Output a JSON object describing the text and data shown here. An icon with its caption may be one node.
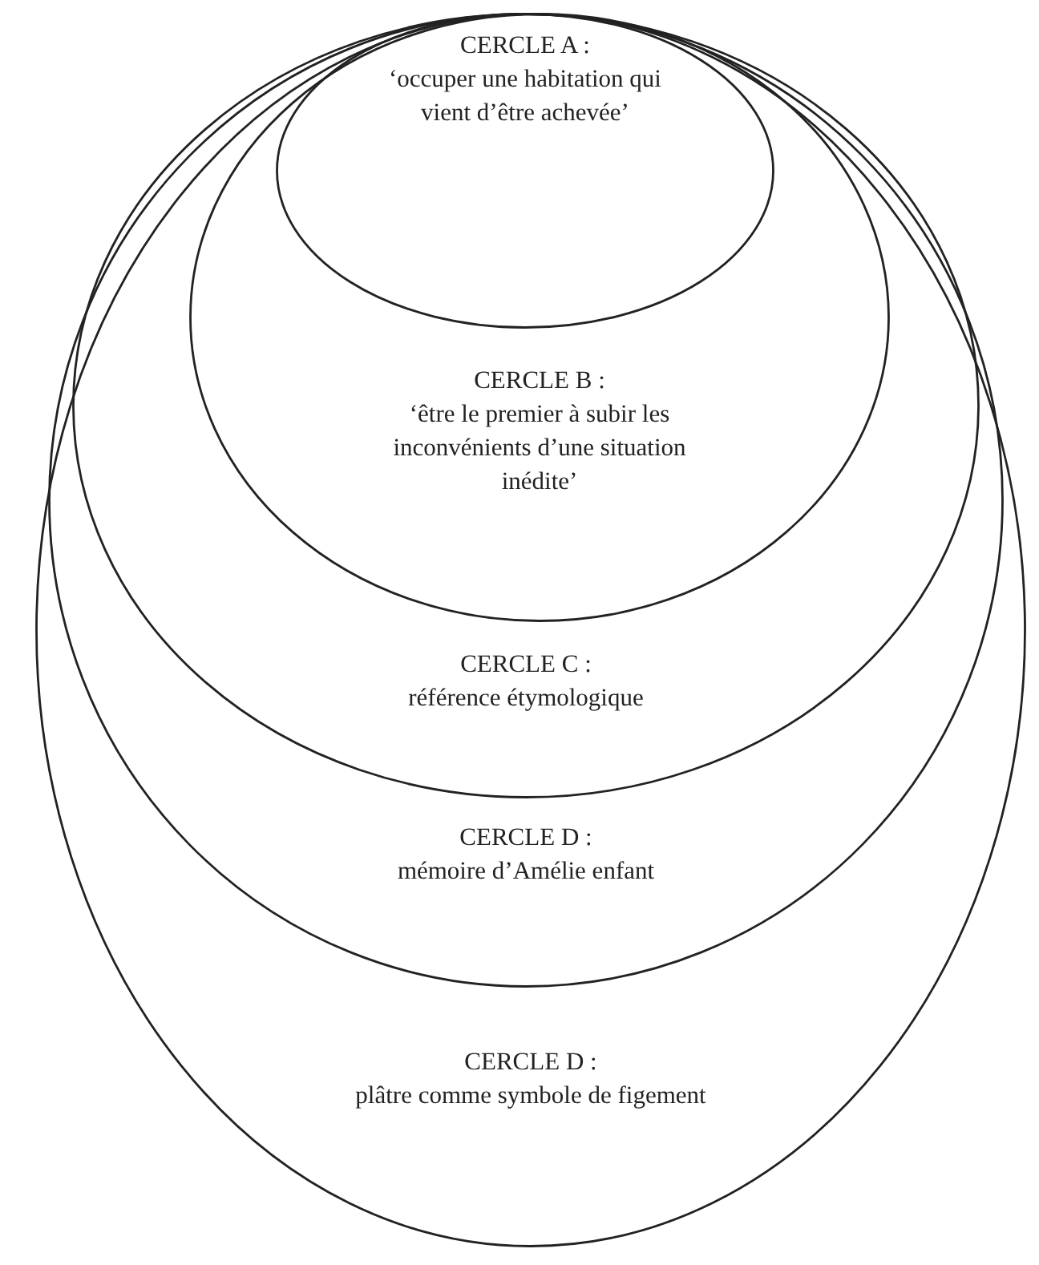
{
  "diagram": {
    "nodes": [
      {
        "text": [
          "CERCLE D :",
          "plâtre comme symbole de figement"
        ]
      },
      {
        "text": [
          "CERCLE D :",
          "mémoire d’Amélie enfant"
        ],
        "in": 0
      },
      {
        "text": [
          "CERCLE C :",
          "référence étymologique"
        ],
        "in": 1
      },
      {
        "text": [
          "CERCLE B :",
          "‘être le premier à subir les inconvénients d’une situation inédite’"
        ],
        "in": 2
      },
      {
        "text": [
          "CERCLE A :",
          "‘occuper une habitation qui vient d’être achevée’"
        ],
        "in": 3
      }
    ]
  }
}
